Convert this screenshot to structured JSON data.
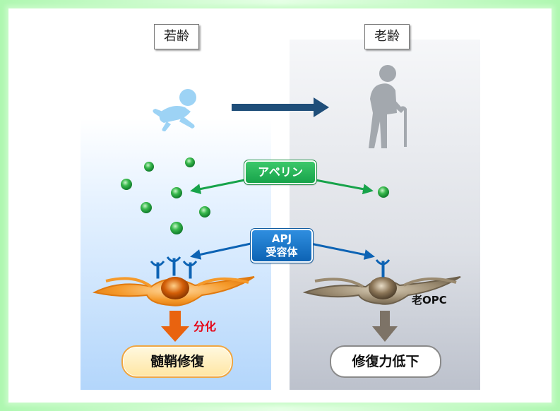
{
  "young": {
    "label": "若齢"
  },
  "old": {
    "label": "老齢",
    "cell_label": "老OPC"
  },
  "apelin": {
    "label": "アペリン"
  },
  "receptor": {
    "line1": "APJ",
    "line2": "受容体"
  },
  "differentiation": {
    "label": "分化"
  },
  "results": {
    "young": "髄鞘修復",
    "old": "修復力低下"
  },
  "colors": {
    "frame": "#aef7b0",
    "time_arrow": "#1f4e79",
    "apelin_green": "#17a34a",
    "receptor_blue": "#0d63b4",
    "young_cell": "#f08a17",
    "old_cell": "#7a6a55",
    "diff_arrow_young": "#e9630f",
    "diff_arrow_old": "#7d7367"
  },
  "icons": [
    "baby-icon",
    "elderly-person-icon",
    "time-arrow-icon"
  ]
}
